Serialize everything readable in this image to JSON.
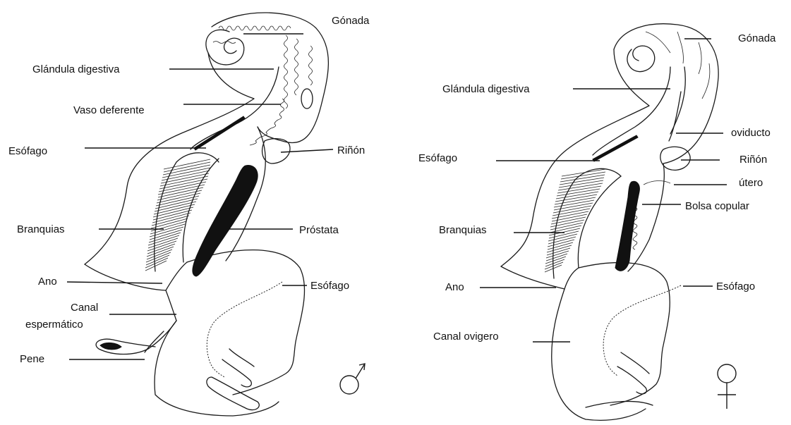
{
  "male": {
    "labels": {
      "gonada": "Gónada",
      "glandula_digestiva": "Glándula digestiva",
      "vaso_deferente": "Vaso deferente",
      "esofago_upper": "Esófago",
      "rinon": "Riñón",
      "branquias": "Branquias",
      "prostata": "Próstata",
      "ano": "Ano",
      "esofago_lower": "Esófago",
      "canal_line1": "Canal",
      "canal_line2": "espermático",
      "pene": "Pene"
    },
    "symbol": "male-symbol"
  },
  "female": {
    "labels": {
      "gonada": "Gónada",
      "glandula_digestiva": "Glándula digestiva",
      "oviducto": "oviducto",
      "esofago_upper": "Esófago",
      "rinon": "Riñón",
      "utero": "útero",
      "bolsa_copular": "Bolsa copular",
      "branquias": "Branquias",
      "ano": "Ano",
      "esofago_lower": "Esófago",
      "canal_ovigero": "Canal ovigero"
    },
    "symbol": "female-symbol"
  },
  "colors": {
    "ink": "#111111",
    "background": "#ffffff"
  }
}
